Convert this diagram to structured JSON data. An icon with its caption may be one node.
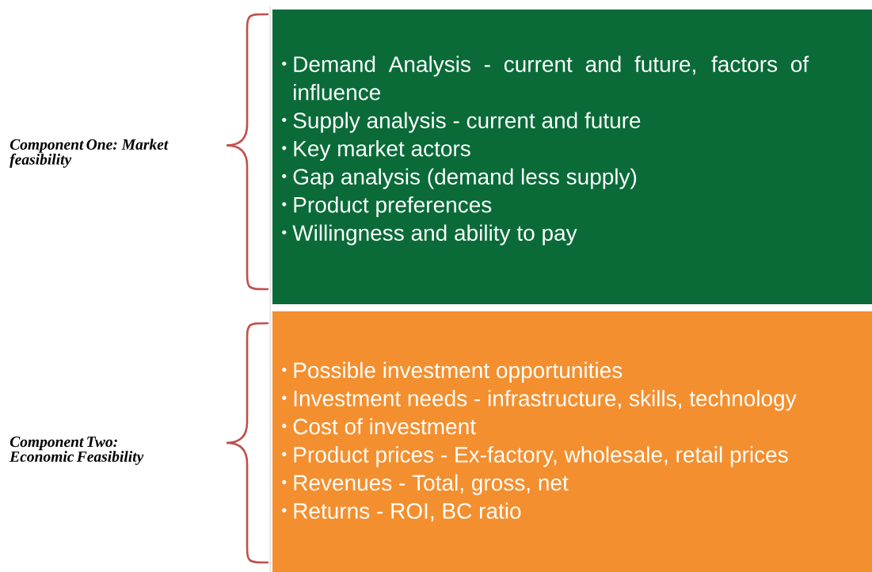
{
  "diagram": {
    "nodes": [
      {
        "text": [
          "Demand Analysis - current and future, factors of influence",
          "Supply analysis - current and future",
          "Key market actors",
          "Gap analysis (demand less supply)",
          "Product preferences",
          "Willingness and ability to pay"
        ]
      },
      {
        "text": [
          "Possible investment opportunities",
          "Investment needs - infrastructure, skills, technology",
          "Cost of investment",
          "Product prices - Ex-factory, wholesale, retail prices",
          "Revenues - Total, gross, net",
          "Returns - ROI, BC ratio"
        ]
      }
    ],
    "labels": [
      "Component One: Market feasibility",
      "Component Two: Economic Feasibility"
    ]
  }
}
